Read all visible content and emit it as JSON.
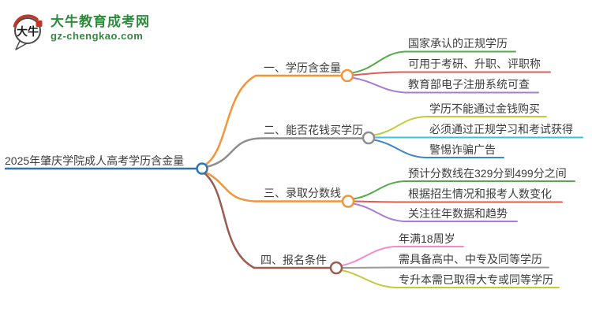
{
  "logo": {
    "title": "大牛教育成考网",
    "url": "gz-chengkao.com",
    "icon_text": "大牛",
    "green": "#2E8B3D",
    "red": "#C13527",
    "outline": "#4a4a4a"
  },
  "central": {
    "label": "2025年肇庆学院成人高考学历含金量",
    "color": "#2F74B5"
  },
  "branches": [
    {
      "label": "一、学历含金量",
      "color": "#F09639",
      "children": [
        {
          "label": "国家承认的正规学历",
          "color": "#55AB4C"
        },
        {
          "label": "可用于考研、升职、评职称",
          "color": "#E05A56"
        },
        {
          "label": "教育部电子注册系统可查",
          "color": "#A87CD5"
        }
      ]
    },
    {
      "label": "二、能否花钱买学历",
      "color": "#8E8E8E",
      "children": [
        {
          "label": "学历不能通过金钱购买",
          "color": "#C3CB3C"
        },
        {
          "label": "必须通过正规学习和考试获得",
          "color": "#2FC5E8"
        },
        {
          "label": "警惕诈骗广告",
          "color": "#3E86C7"
        }
      ]
    },
    {
      "label": "三、录取分数线",
      "color": "#F09639",
      "children": [
        {
          "label": "预计分数线在329分到499分之间",
          "color": "#55AB4C"
        },
        {
          "label": "根据招生情况和报考人数变化",
          "color": "#E05A56"
        },
        {
          "label": "关注往年数据和趋势",
          "color": "#A87CD5"
        }
      ]
    },
    {
      "label": "四、报名条件",
      "color": "#9A5B50",
      "children": [
        {
          "label": "年满18周岁",
          "color": "#F18CCB"
        },
        {
          "label": "需具备高中、中专及同等学历",
          "color": "#999999"
        },
        {
          "label": "专升本需已取得大专或同等学历",
          "color": "#C3CB3C"
        }
      ]
    }
  ]
}
